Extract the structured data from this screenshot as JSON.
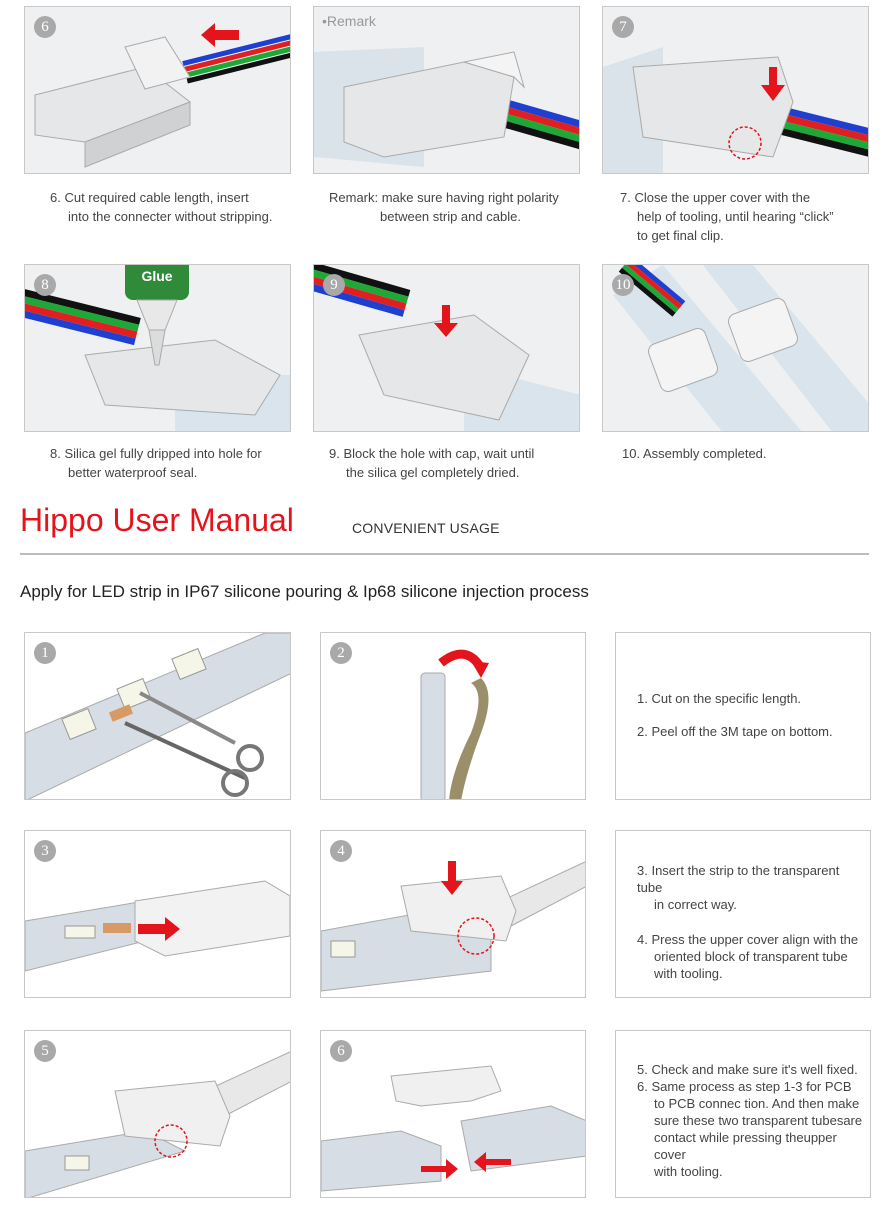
{
  "top_steps": [
    {
      "badge": "6",
      "caption": [
        "6. Cut required cable length, insert",
        "into the connecter without stripping."
      ]
    },
    {
      "badge": "•Remark",
      "caption": [
        "Remark: make sure having right polarity",
        "between strip and cable."
      ]
    },
    {
      "badge": "7",
      "caption": [
        "7. Close the upper cover with the",
        "help of tooling, until hearing “click”",
        "to get final clip."
      ]
    },
    {
      "badge": "8",
      "caption": [
        "8. Silica gel fully dripped into hole for",
        "better waterproof seal."
      ],
      "glue_label": "Glue"
    },
    {
      "badge": "9",
      "caption": [
        "9. Block the hole with cap, wait until",
        "the silica gel completely dried."
      ]
    },
    {
      "badge": "10",
      "caption": [
        "10. Assembly completed."
      ]
    }
  ],
  "header": {
    "title": "Hippo User Manual",
    "subtitle": "CONVENIENT USAGE",
    "apply_text": "Apply for LED strip in IP67 silicone pouring & Ip68 silicone injection process"
  },
  "bottom_steps": {
    "badges": [
      "1",
      "2",
      "3",
      "4",
      "5",
      "6"
    ],
    "group1": [
      "1. Cut on the specific length.",
      "2. Peel off the 3M tape on bottom."
    ],
    "group2": [
      "3. Insert the strip to the transparent tube",
      "in correct way.",
      "4. Press the upper cover align with the",
      "oriented block of transparent  tube",
      "with tooling."
    ],
    "group3": [
      "5. Check and make sure it's well fixed.",
      "6. Same process as step 1-3 for PCB",
      "to PCB connec tion. And then make",
      "sure these two transparent tubesare",
      "contact while pressing theupper cover",
      "with tooling."
    ]
  },
  "colors": {
    "accent_red": "#e3141b",
    "wire_blue": "#1f3fd0",
    "wire_red": "#e02020",
    "wire_green": "#1da838",
    "wire_black": "#111111"
  }
}
